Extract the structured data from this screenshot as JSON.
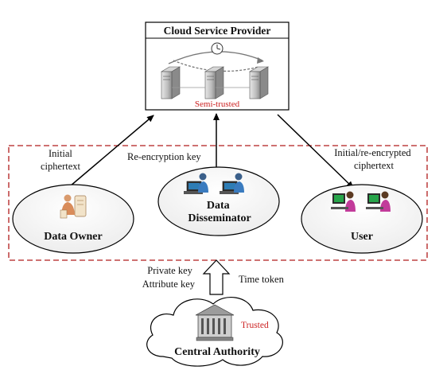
{
  "cloud": {
    "title": "Cloud Service Provider",
    "trust": "Semi-trusted",
    "icons": [
      "clock-icon",
      "server-icon",
      "server-icon",
      "server-icon"
    ]
  },
  "arrows": {
    "owner_to_cloud": "Initial ciphertext",
    "owner_to_cloud_lines": [
      "Initial",
      "ciphertext"
    ],
    "disseminator_to_cloud": "Re-encryption key",
    "cloud_to_user_lines": [
      "Initial/re-encrypted",
      "ciphertext"
    ],
    "authority_keys_lines": [
      "Private key",
      "Attribute key"
    ],
    "time_token": "Time token"
  },
  "entities": {
    "owner": {
      "label": "Data Owner",
      "icon": "data-owner-icon"
    },
    "disseminator": {
      "label_lines": [
        "Data",
        "Disseminator"
      ],
      "icon": "computer-user-icon"
    },
    "user": {
      "label": "User",
      "icon": "computer-user-icon"
    }
  },
  "authority": {
    "label": "Central Authority",
    "trust": "Trusted",
    "icon": "bank-building-icon"
  },
  "colors": {
    "trust_red": "#cc2222",
    "dashed_border": "#b01c1c",
    "line": "#000000"
  }
}
